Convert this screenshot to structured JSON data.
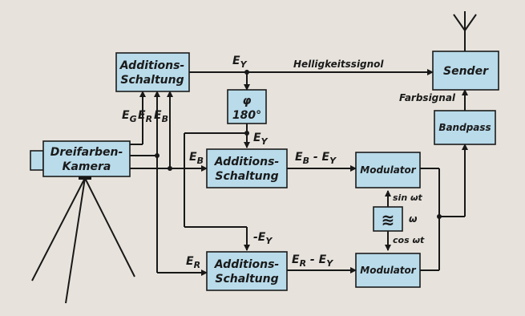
{
  "blocks": {
    "addition_top": [
      "Additions-",
      "Schaltung"
    ],
    "phase_shift": [
      "φ",
      "180°"
    ],
    "camera": [
      "Dreifarben-",
      "Kamera"
    ],
    "addition_mid": [
      "Additions-",
      "Schaltung"
    ],
    "addition_bottom": [
      "Additions-",
      "Schaltung"
    ],
    "modulator_top": "Modulator",
    "modulator_bottom": "Modulator",
    "oscillator_symbol": "≋",
    "sender": "Sender",
    "bandpass": "Bandpass"
  },
  "signals": {
    "helligkeit": "Helligkeitssignol",
    "farbsignal": "Farbsignal",
    "ey_top": "E",
    "ey_top_sub": "Y",
    "ey_after_phase": "E",
    "ey_after_phase_sub": "Y",
    "ey_neg": "-E",
    "ey_neg_sub": "Y",
    "eg": "E",
    "eg_sub": "G",
    "er": "E",
    "er_sub": "R",
    "eb": "E",
    "eb_sub": "B",
    "eb_in": "E",
    "eb_in_sub": "B",
    "er_in": "E",
    "er_in_sub": "R",
    "eb_minus_ey": [
      "E",
      "B",
      " - E",
      "Y"
    ],
    "er_minus_ey": [
      "E",
      "R",
      " - E",
      "Y"
    ],
    "sin_wt": "sin ωt",
    "cos_wt": "cos ωt",
    "omega": "ω"
  }
}
